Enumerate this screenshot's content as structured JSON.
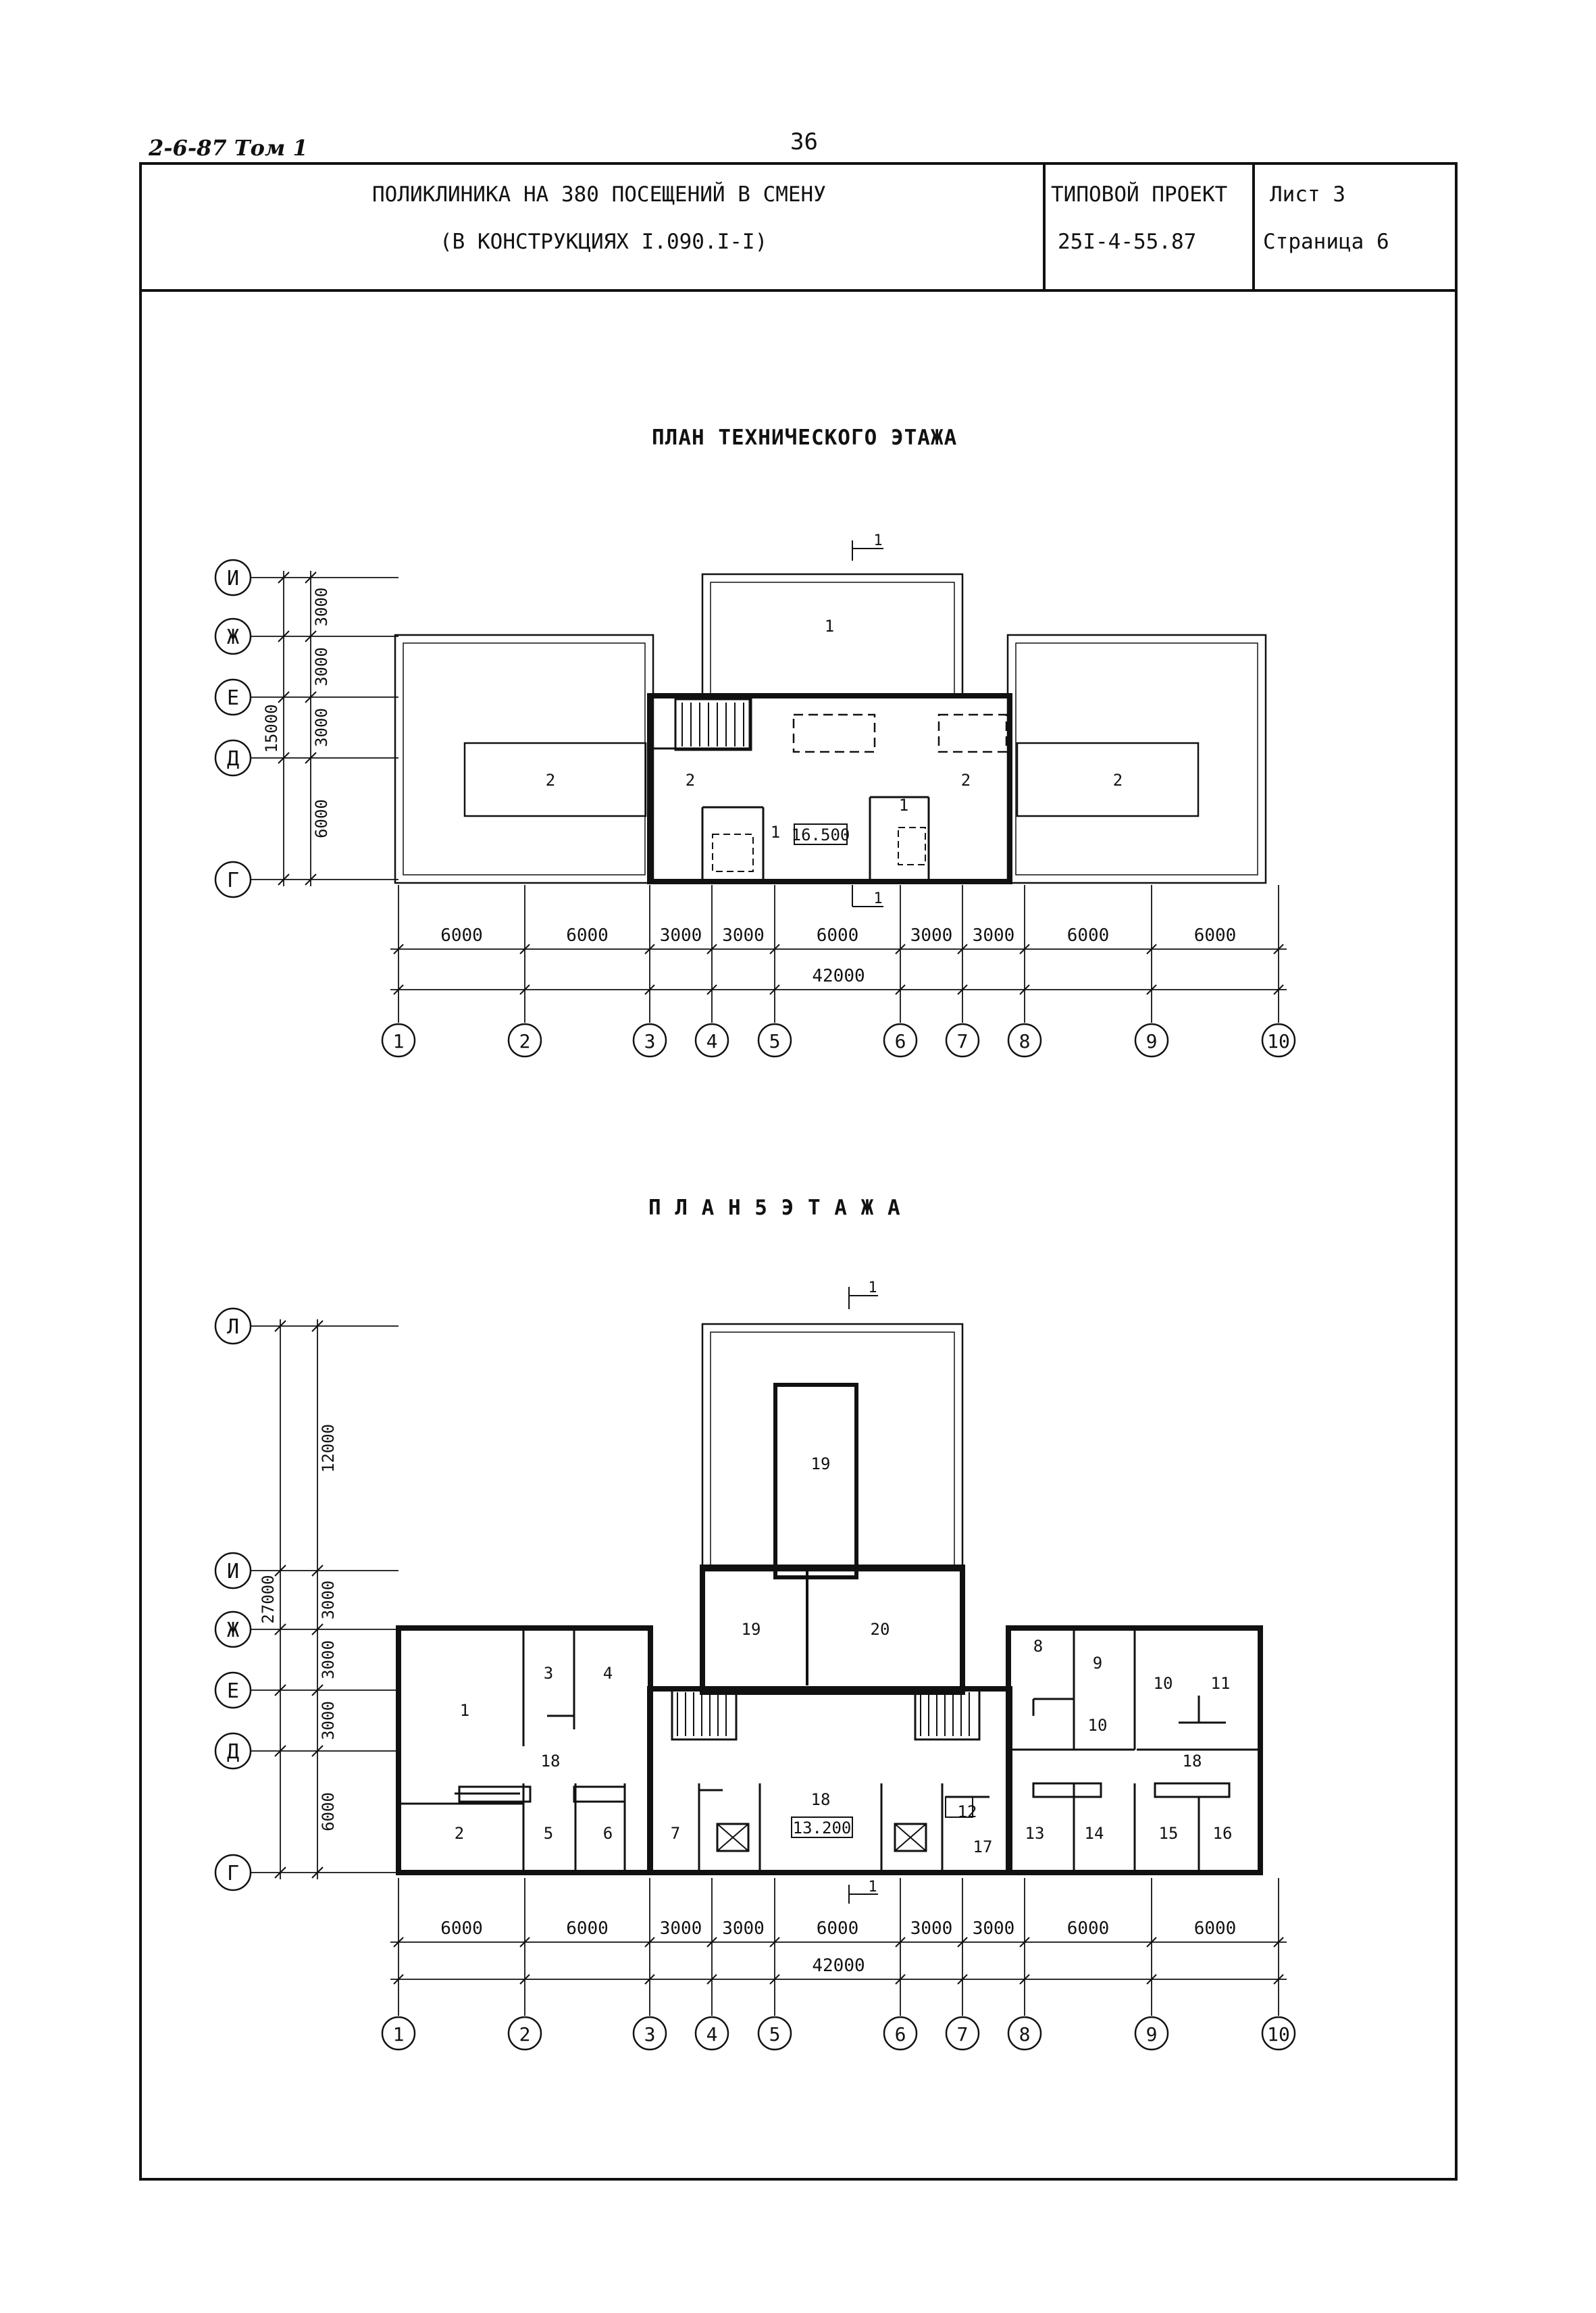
{
  "header": {
    "series": "2-6-87 Том 1",
    "page_number": "36",
    "title_line1": "ПОЛИКЛИНИКА НА 380 ПОСЕЩЕНИЙ В СМЕНУ",
    "title_line2": "(В КОНСТРУКЦИЯХ I.090.I-I)",
    "project_label": "ТИПОВОЙ ПРОЕКТ",
    "project_code": "25I-4-55.87",
    "sheet": "Лист 3",
    "page": "Страница 6"
  },
  "plan1": {
    "title": "ПЛАН ТЕХНИЧЕСКОГО ЭТАЖА",
    "elevation": "16.500",
    "section_mark": "1",
    "axis_rows": [
      "И",
      "Ж",
      "Е",
      "Д",
      "Г"
    ],
    "row_dims": [
      "3000",
      "3000",
      "3000",
      "6000"
    ],
    "row_total": "15000",
    "room_labels": [
      "2",
      "2",
      "2",
      "2",
      "1",
      "1",
      "1"
    ],
    "col_dims": [
      "6000",
      "6000",
      "3000",
      "3000",
      "6000",
      "3000",
      "3000",
      "6000",
      "6000"
    ],
    "total": "42000",
    "axis_cols": [
      "1",
      "2",
      "3",
      "4",
      "5",
      "6",
      "7",
      "8",
      "9",
      "10"
    ]
  },
  "plan2": {
    "title": "П Л А Н   5   Э Т А Ж А",
    "elevation": "13.200",
    "section_mark": "1",
    "axis_rows": [
      "Л",
      "И",
      "Ж",
      "Е",
      "Д",
      "Г"
    ],
    "row_dims": [
      "12000",
      "3000",
      "3000",
      "3000",
      "6000"
    ],
    "row_total": "27000",
    "room_labels": [
      "1",
      "2",
      "3",
      "4",
      "5",
      "6",
      "7",
      "8",
      "9",
      "10",
      "10",
      "11",
      "12",
      "13",
      "14",
      "15",
      "16",
      "17",
      "18",
      "18",
      "18",
      "19",
      "19",
      "20"
    ],
    "col_dims": [
      "6000",
      "6000",
      "3000",
      "3000",
      "6000",
      "3000",
      "3000",
      "6000",
      "6000"
    ],
    "total": "42000",
    "axis_cols": [
      "1",
      "2",
      "3",
      "4",
      "5",
      "6",
      "7",
      "8",
      "9",
      "10"
    ]
  }
}
